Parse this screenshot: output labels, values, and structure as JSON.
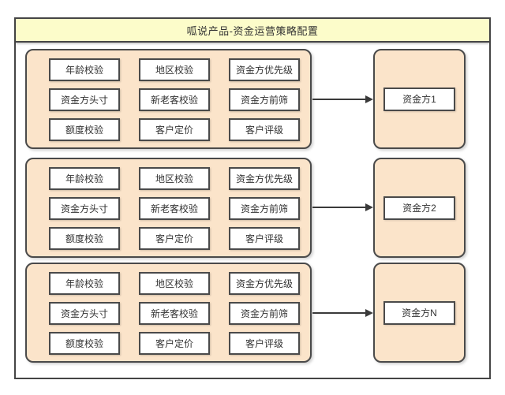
{
  "title": "呱说产品-资金运营策略配置",
  "colors": {
    "title_bg": "#fcfcca",
    "panel_bg": "#fbe4ca",
    "node_bg": "#ffffff",
    "border": "#4a4a4a",
    "arrow": "#3a3a3a",
    "text": "#333333"
  },
  "groups": [
    {
      "cells": [
        "年龄校验",
        "地区校验",
        "资金方优先级",
        "资金方头寸",
        "新老客校验",
        "资金方前筛",
        "额度校验",
        "客户定价",
        "客户评级"
      ],
      "target": "资金方1"
    },
    {
      "cells": [
        "年龄校验",
        "地区校验",
        "资金方优先级",
        "资金方头寸",
        "新老客校验",
        "资金方前筛",
        "额度校验",
        "客户定价",
        "客户评级"
      ],
      "target": "资金方2"
    },
    {
      "cells": [
        "年龄校验",
        "地区校验",
        "资金方优先级",
        "资金方头寸",
        "新老客校验",
        "资金方前筛",
        "额度校验",
        "客户定价",
        "客户评级"
      ],
      "target": "资金方N"
    }
  ]
}
